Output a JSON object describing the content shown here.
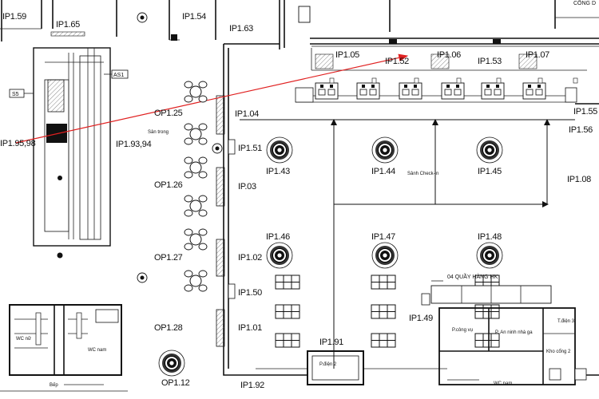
{
  "labels": {
    "ip159": "IP1.59",
    "ip165": "IP1.65",
    "ip154": "IP1.54",
    "ip163": "IP1.63",
    "ip105": "IP1.05",
    "ip152": "IP1.52",
    "ip106": "IP1.06",
    "ip153": "IP1.53",
    "ip107": "IP1.07",
    "ip155": "IP1.55",
    "ip156": "IP1.56",
    "ip108": "IP1.08",
    "ip104": "IP1.04",
    "ip151": "IP1.51",
    "ip103": "IP.03",
    "ip102": "IP1.02",
    "ip150": "IP1.50",
    "ip101": "IP1.01",
    "ip192": "IP1.92",
    "ip191": "IP1.91",
    "ip149": "IP1.49",
    "ip143": "IP1.43",
    "ip144": "IP1.44",
    "ip145": "IP1.45",
    "ip146": "IP1.46",
    "ip147": "IP1.47",
    "ip148": "IP1.48",
    "ip19394": "IP1.93,94",
    "ip19598": "IP1.95,98",
    "op125": "OP1.25",
    "op126": "OP1.26",
    "op127": "OP1.27",
    "op128": "OP1.28",
    "op112": "OP1.12",
    "s5": "S5",
    "as1": "AS1",
    "san_trong": "Sân trong",
    "sanh_checkin": "Sảnh Check-in",
    "quay_hang": "04 QUẦY HÀNG HK",
    "p_cong_vu": "P.công vụ",
    "p_an_ninh": "P. An ninh nhà ga",
    "p_dien2": "P.điện 2",
    "wc_nam": "WC nam",
    "wc_nu": "WC nữ",
    "bep": "Bếp",
    "kho_cong2": "Kho cổng 2",
    "t_dien3": "T.điện 3",
    "top_right": "CỔNG D"
  },
  "colors": {
    "line": "#111111",
    "arrow": "#e02020"
  }
}
